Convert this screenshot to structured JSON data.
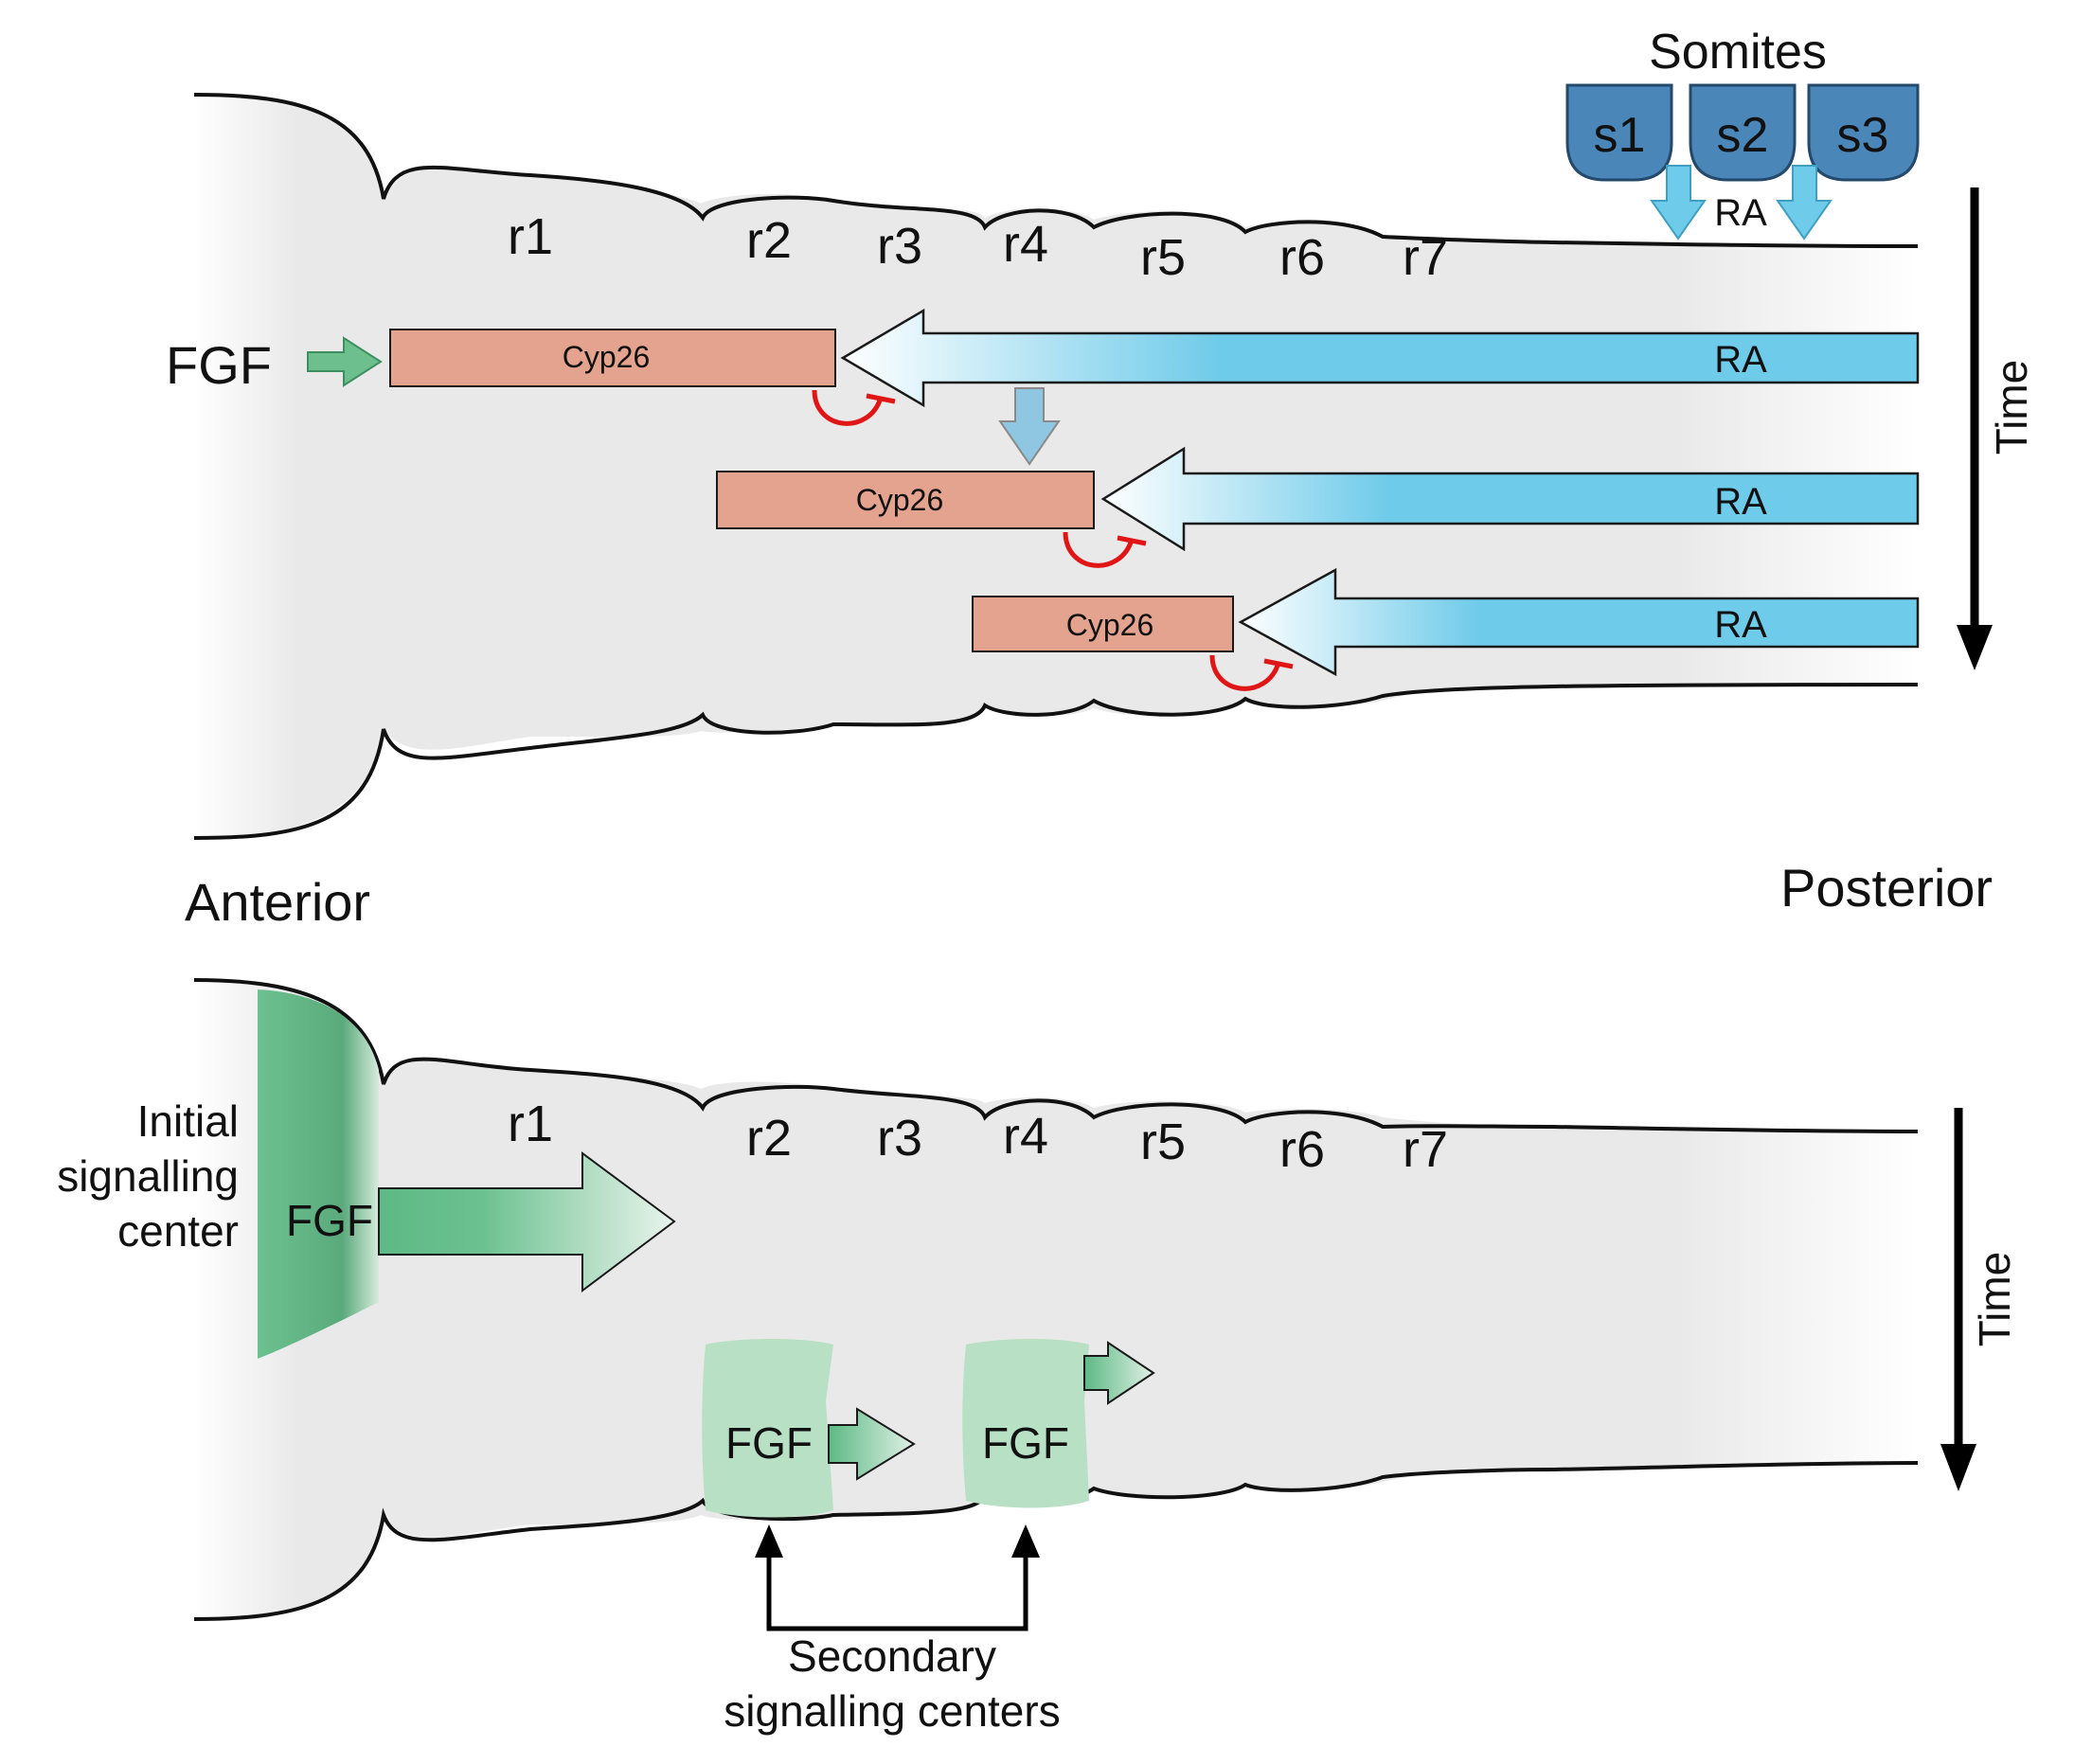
{
  "colors": {
    "tube_fill": "#e9e9e9",
    "ra_blue": "#6fcbea",
    "somite_blue": "#4a86b8",
    "cyp26_fill": "#e3a38f",
    "fgf_green": "#5db985",
    "fgf_light_green": "#b8e0c4",
    "repression_red": "#e01515",
    "outline": "#111111"
  },
  "top_panel": {
    "somites_title": "Somites",
    "somites": [
      "s1",
      "s2",
      "s3"
    ],
    "somite_ra_label": "RA",
    "fgf_label": "FGF",
    "rhombomeres": [
      "r1",
      "r2",
      "r3",
      "r4",
      "r5",
      "r6",
      "r7"
    ],
    "rows": [
      {
        "cyp_label": "Cyp26",
        "ra_label": "RA"
      },
      {
        "cyp_label": "Cyp26",
        "ra_label": "RA"
      },
      {
        "cyp_label": "Cyp26",
        "ra_label": "RA"
      }
    ],
    "time_label": "Time"
  },
  "axis_labels": {
    "anterior": "Anterior",
    "posterior": "Posterior"
  },
  "bottom_panel": {
    "rhombomeres": [
      "r1",
      "r2",
      "r3",
      "r4",
      "r5",
      "r6",
      "r7"
    ],
    "initial_center_lines": [
      "Initial",
      "signalling",
      "center"
    ],
    "initial_fgf": "FGF",
    "secondary_fgf": [
      "FGF",
      "FGF"
    ],
    "secondary_lines": [
      "Secondary",
      "signalling centers"
    ],
    "time_label": "Time",
    "icons": {
      "time_arrow": "arrow-down-icon",
      "pointer_arrows": "arrow-up-icon"
    }
  }
}
